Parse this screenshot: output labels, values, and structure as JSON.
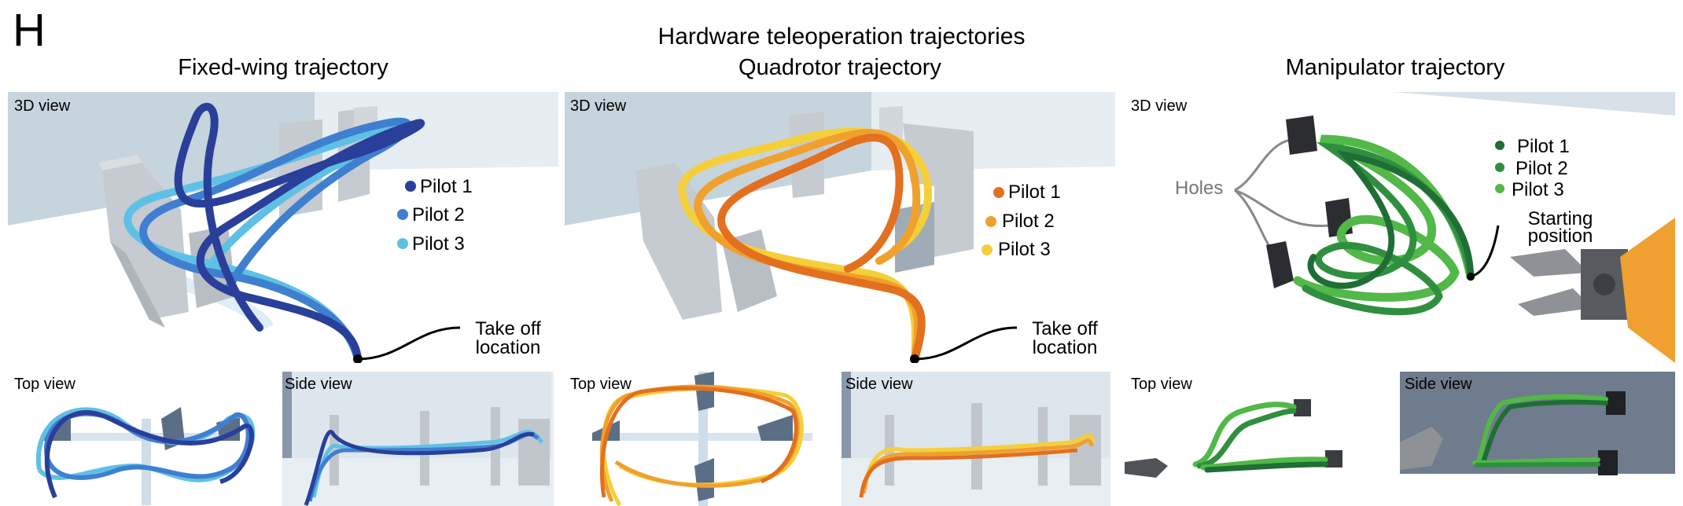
{
  "figure": {
    "panel_letter": "H",
    "title": "Hardware teleoperation trajectories"
  },
  "columns": [
    {
      "id": "fixed-wing",
      "title": "Fixed-wing trajectory",
      "views": {
        "main": "3D view",
        "top": "Top view",
        "side": "Side view"
      },
      "legend": [
        "Pilot 1",
        "Pilot 2",
        "Pilot 3"
      ],
      "annotation": "Take off\nlocation",
      "colors": [
        "#2a3f9a",
        "#3f7fcf",
        "#5fc0e6"
      ]
    },
    {
      "id": "quadrotor",
      "title": "Quadrotor trajectory",
      "views": {
        "main": "3D view",
        "top": "Top view",
        "side": "Side view"
      },
      "legend": [
        "Pilot 1",
        "Pilot 2",
        "Pilot 3"
      ],
      "annotation": "Take off\nlocation",
      "colors": [
        "#e2701f",
        "#f0a02c",
        "#f5cf3a"
      ]
    },
    {
      "id": "manipulator",
      "title": "Manipulator trajectory",
      "views": {
        "main": "3D view",
        "top": "Top view",
        "side": "Side view"
      },
      "legend": [
        "Pilot 1",
        "Pilot 2",
        "Pilot 3"
      ],
      "annotation_holes": "Holes",
      "annotation_start": "Starting\nposition",
      "colors": [
        "#1f6e35",
        "#2f8f3f",
        "#52b848"
      ]
    }
  ]
}
